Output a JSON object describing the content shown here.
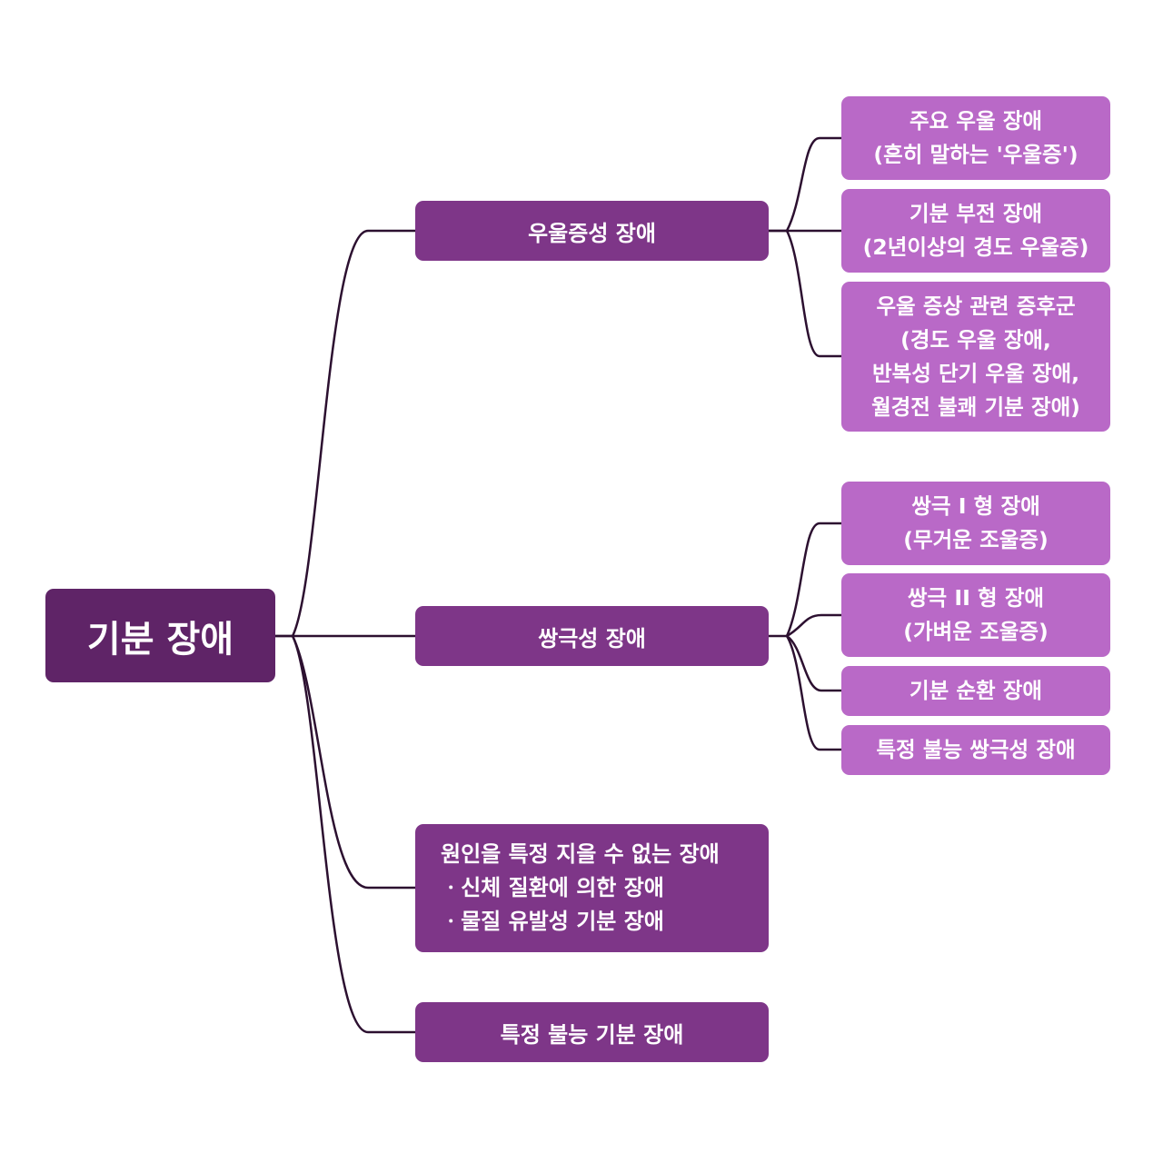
{
  "colors": {
    "root": "#5f2467",
    "mid": "#7e3688",
    "leaf": "#b969c7",
    "line": "#2c1030",
    "background": "#ffffff"
  },
  "root": {
    "label": "기분 장애"
  },
  "branches": [
    {
      "label": "우울증성 장애",
      "children": [
        {
          "lines": [
            "주요 우울 장애",
            "(흔히 말하는 '우울증')"
          ]
        },
        {
          "lines": [
            "기분 부전 장애",
            "(2년이상의 경도 우울증)"
          ]
        },
        {
          "lines": [
            "우울 증상 관련 증후군",
            "(경도 우울 장애,",
            "반복성 단기 우울 장애,",
            "월경전 불쾌 기분 장애)"
          ]
        }
      ]
    },
    {
      "label": "쌍극성 장애",
      "children": [
        {
          "lines": [
            "쌍극 I 형 장애",
            "(무거운 조울증)"
          ]
        },
        {
          "lines": [
            "쌍극 II 형 장애",
            "(가벼운 조울증)"
          ]
        },
        {
          "lines": [
            "기분 순환 장애"
          ]
        },
        {
          "lines": [
            "특정 불능 쌍극성 장애"
          ]
        }
      ]
    },
    {
      "lines": [
        "원인을 특정 지을 수 없는 장애",
        "ㆍ신체 질환에 의한 장애",
        "ㆍ물질 유발성 기분 장애"
      ]
    },
    {
      "label": "특정 불능 기분 장애"
    }
  ]
}
